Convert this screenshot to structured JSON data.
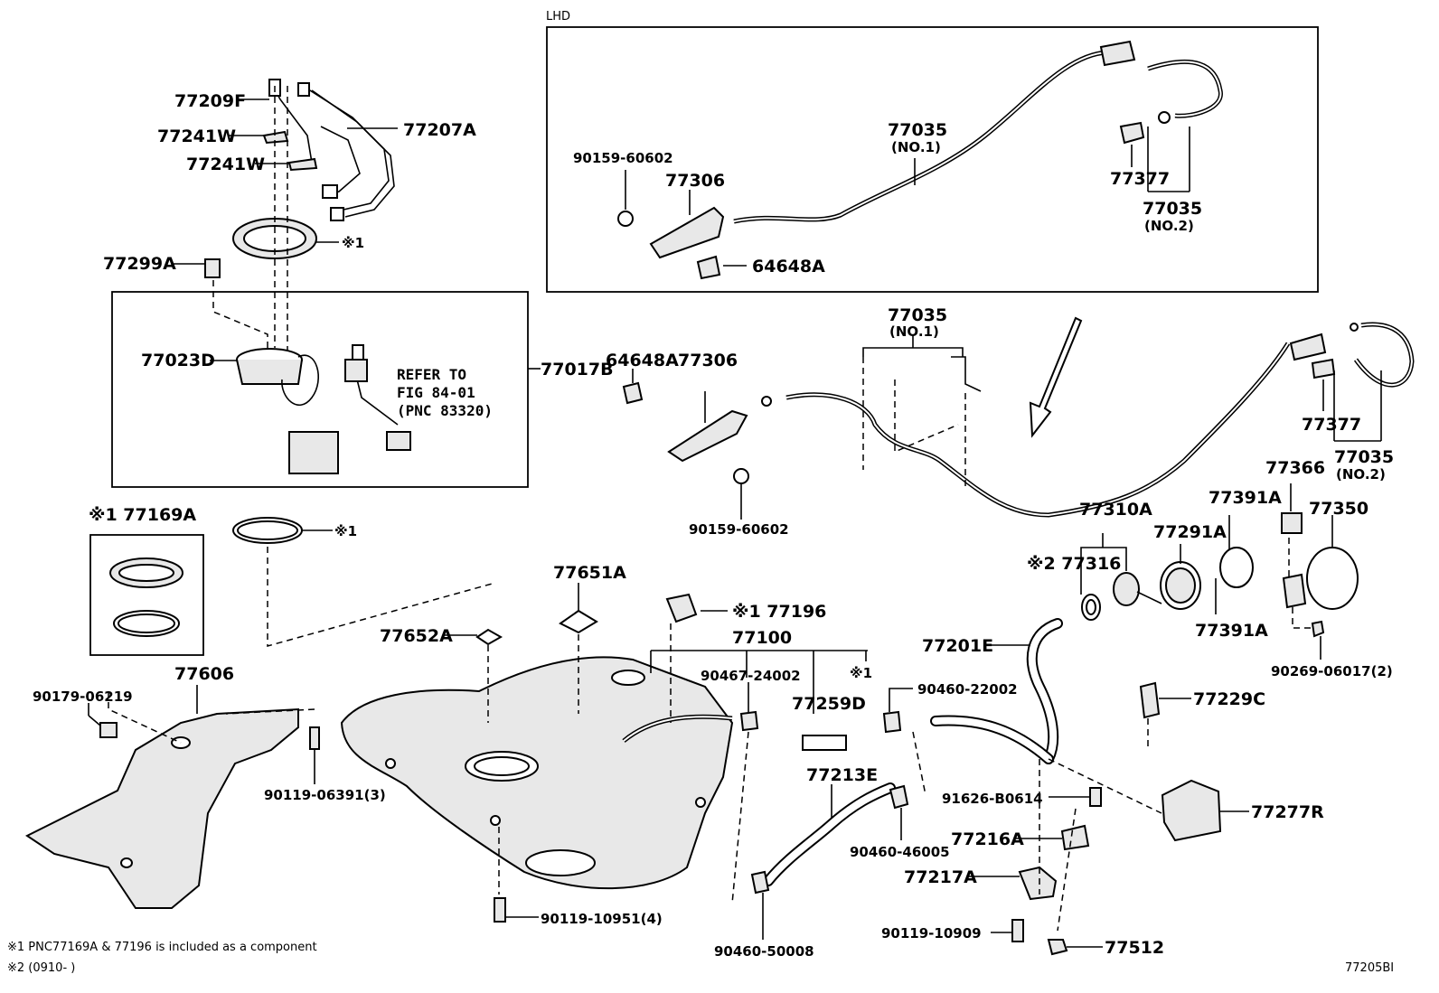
{
  "diagram_id": "77205BI",
  "lhd_label": "LHD",
  "labels": {
    "p77209F": "77209F",
    "p77207A": "77207A",
    "p77241W_1": "77241W",
    "p77241W_2": "77241W",
    "note1_ring": "※1",
    "p77299A": "77299A",
    "p77023D": "77023D",
    "refer_1": "REFER TO",
    "refer_2": "FIG 84-01",
    "refer_3": "(PNC 83320)",
    "p77017B": "77017B",
    "p77169A": "※1 77169A",
    "note1_gasket": "※1",
    "p77606": "77606",
    "p90179": "90179-06219",
    "p90119_06391": "90119-06391(3)",
    "p77652A": "77652A",
    "p77651A": "77651A",
    "p77196": "※1 77196",
    "p77100": "77100",
    "p90467": "90467-24002",
    "note1_77100": "※1",
    "p77259D": "77259D",
    "p90119_10951": "90119-10951(4)",
    "p64648A_main": "64648A",
    "p77306_main": "77306",
    "p90159_main": "90159-60602",
    "p77035_main": "77035",
    "p77035_main_no1": "(NO.1)",
    "p77377_main": "77377",
    "p77035_main2": "77035",
    "p77035_main_no2": "(NO.2)",
    "p90159_lhd": "90159-60602",
    "p77306_lhd": "77306",
    "p64648A_lhd": "64648A",
    "p77035_lhd": "77035",
    "p77035_lhd_no1": "(NO.1)",
    "p77377_lhd": "77377",
    "p77035_lhd2": "77035",
    "p77035_lhd_no2": "(NO.2)",
    "p77310A": "77310A",
    "p77316": "※2 77316",
    "p77291A": "77291A",
    "p77391A_1": "77391A",
    "p77391A_2": "77391A",
    "p77366": "77366",
    "p77350": "77350",
    "p77201E": "77201E",
    "p90460_22002": "90460-22002",
    "p90269": "90269-06017(2)",
    "p77229C": "77229C",
    "p77213E": "77213E",
    "p90460_46005": "90460-46005",
    "p91626": "91626-B0614",
    "p77216A": "77216A",
    "p77217A": "77217A",
    "p77277R": "77277R",
    "p90119_10909": "90119-10909",
    "p77512": "77512",
    "p90460_50008": "90460-50008"
  },
  "footnotes": {
    "note1": "※1 PNC77169A & 77196 is included as a component",
    "note2": "※2 (0910-       )"
  }
}
